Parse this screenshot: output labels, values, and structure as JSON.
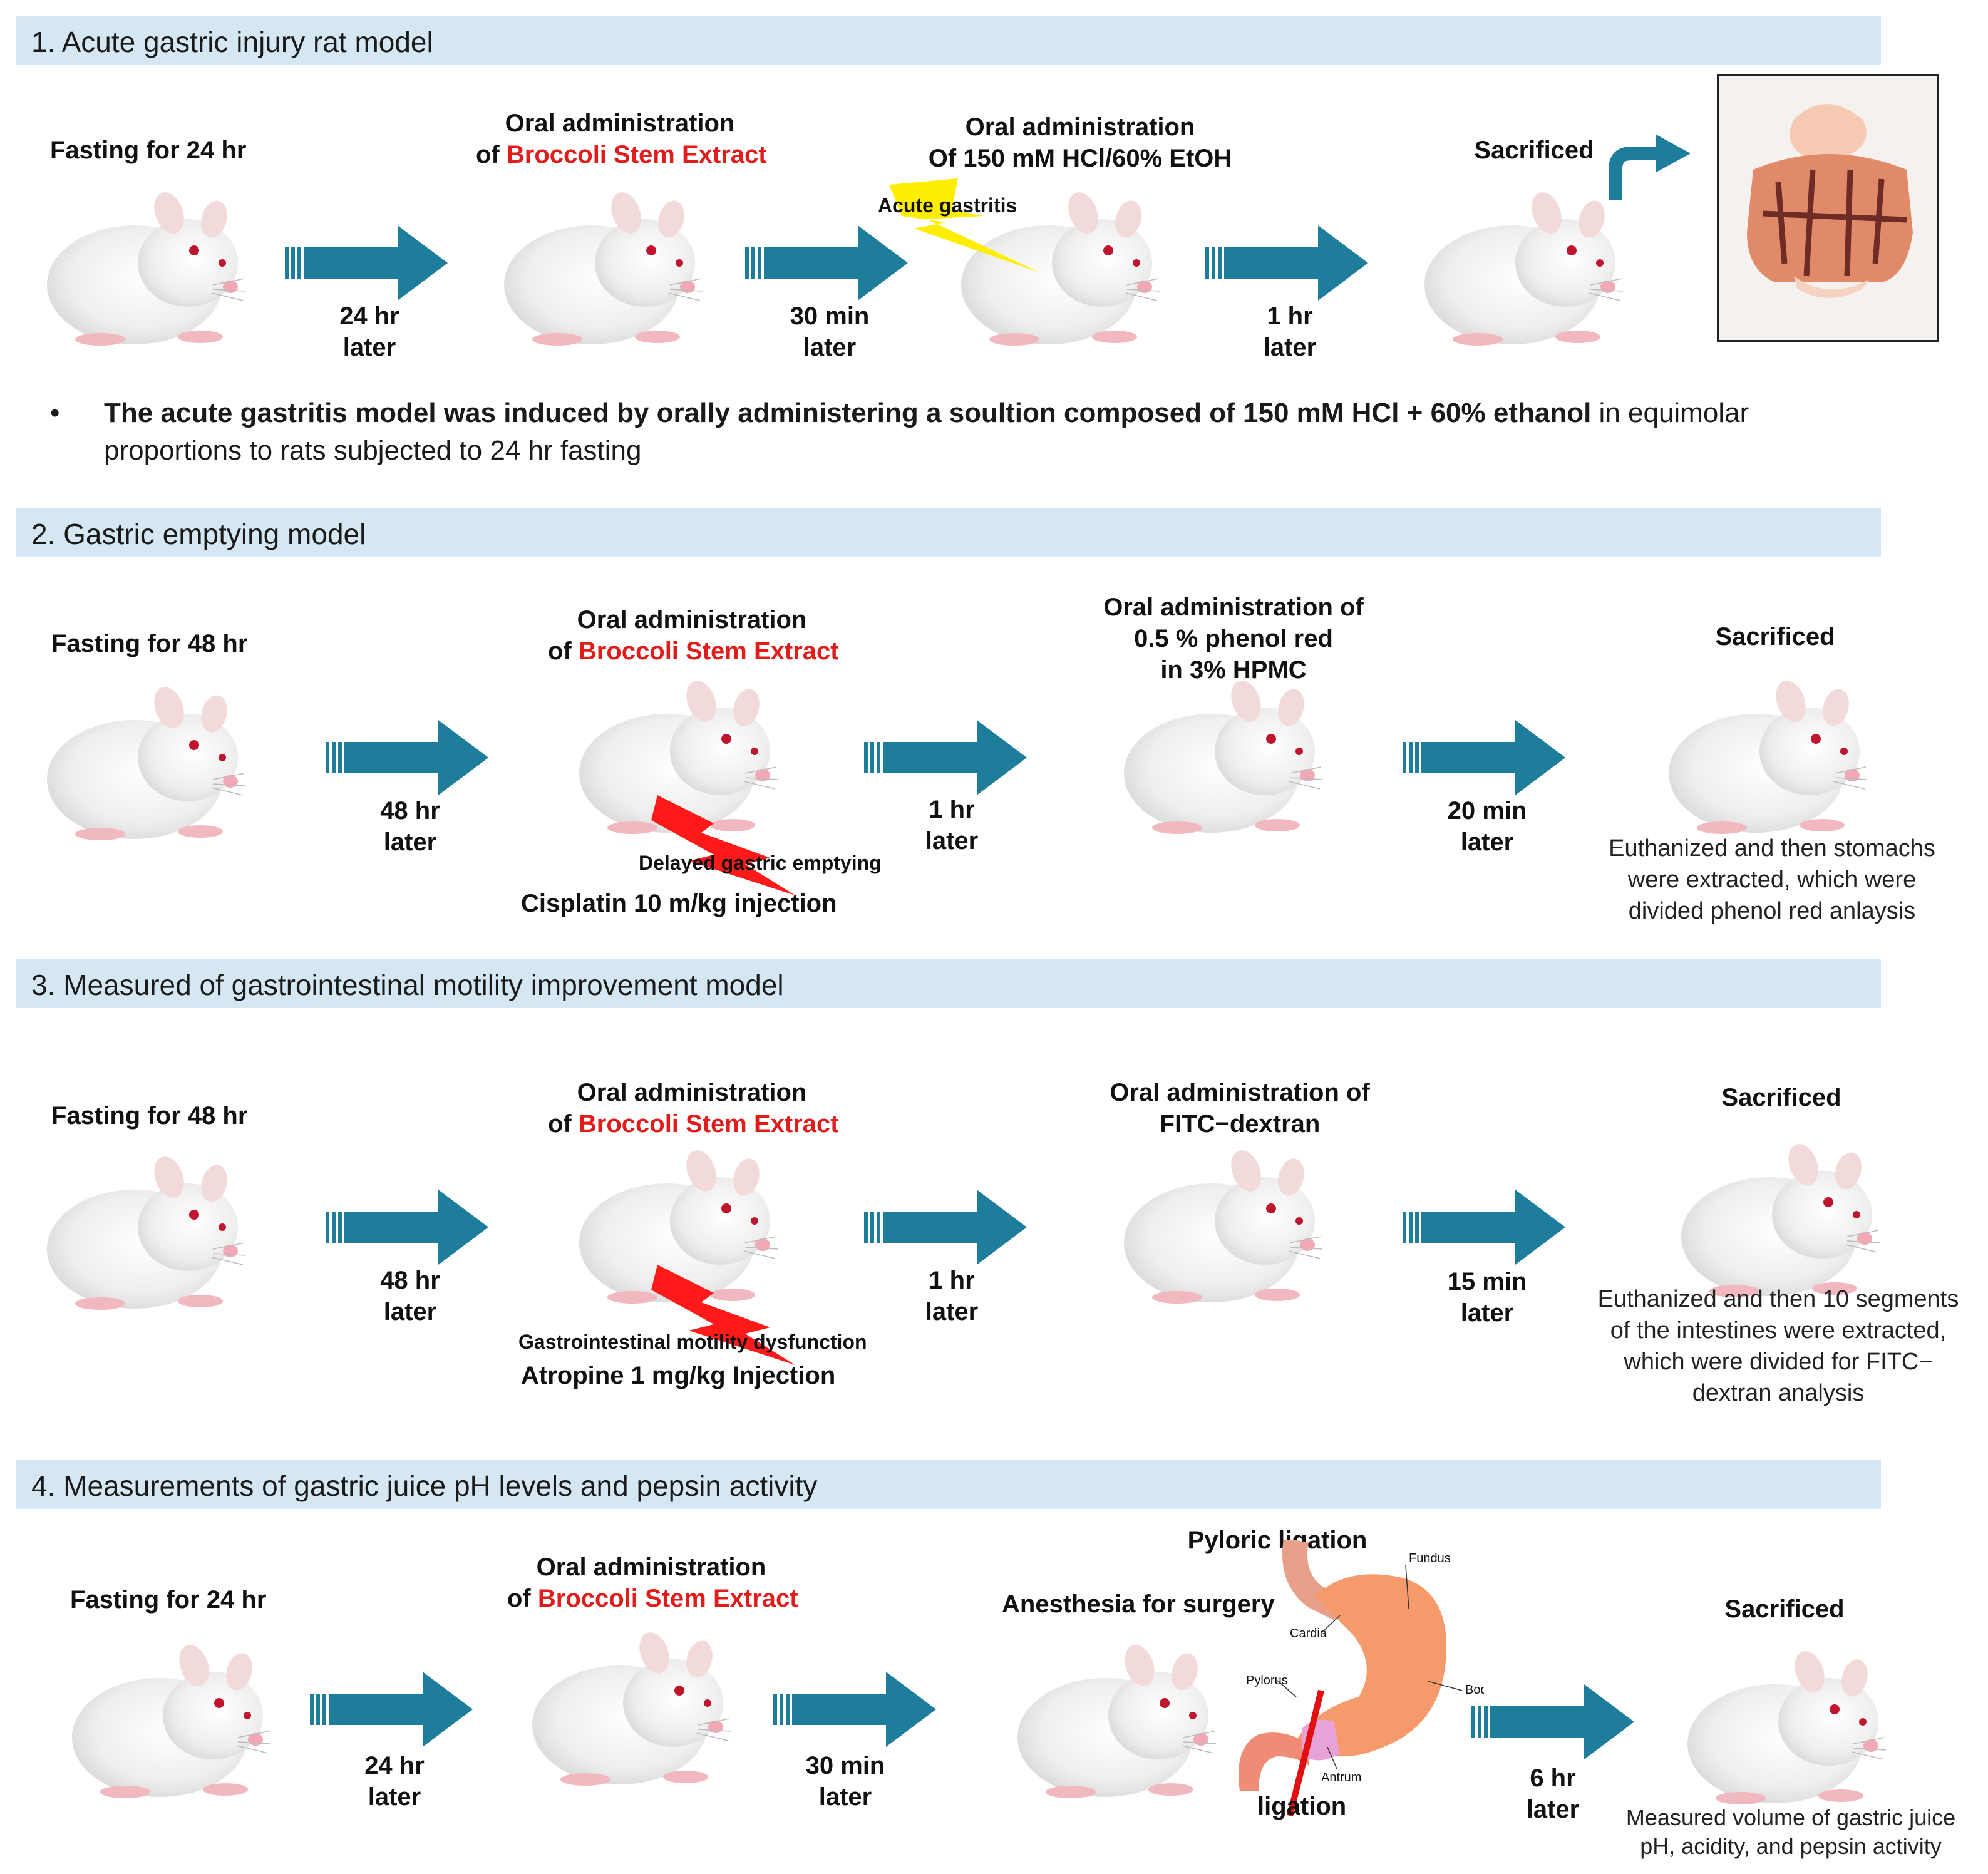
{
  "sections": [
    {
      "title": "1. Acute gastric injury rat model",
      "steps": [
        {
          "label": "Fasting for 24 hr"
        },
        {
          "label_line1": "Oral administration",
          "label_prefix": "of ",
          "label_highlight": "Broccoli Stem Extract"
        },
        {
          "label_line1": "Oral administration",
          "label_line2": "Of 150 mM HCl/60% EtOH",
          "lightning_label": "Acute gastritis"
        },
        {
          "label": "Sacrificed"
        }
      ],
      "timings": [
        {
          "line1": "24 hr",
          "line2": "later"
        },
        {
          "line1": "30 min",
          "line2": "later"
        },
        {
          "line1": "1 hr",
          "line2": "later"
        }
      ],
      "bullet_bold": "The acute gastritis model was induced by orally administering a soultion composed of 150 mM HCl + 60% ethanol",
      "bullet_rest": " in equimolar proportions to rats subjected to 24 hr fasting"
    },
    {
      "title": "2. Gastric emptying model",
      "steps": [
        {
          "label": "Fasting for 48 hr"
        },
        {
          "label_line1": "Oral administration",
          "label_prefix": "of ",
          "label_highlight": "Broccoli Stem Extract",
          "lightning_label": "Delayed gastric emptying",
          "injection": "Cisplatin 10 m/kg injection"
        },
        {
          "label_line1": "Oral administration of",
          "label_line2": "0.5 % phenol red",
          "label_line3": "in 3% HPMC"
        },
        {
          "label": "Sacrificed",
          "note_lines": [
            "Euthanized and then stomachs",
            "were extracted,  which were",
            "divided phenol red anlaysis"
          ]
        }
      ],
      "timings": [
        {
          "line1": "48 hr",
          "line2": "later"
        },
        {
          "line1": "1 hr",
          "line2": "later"
        },
        {
          "line1": "20 min",
          "line2": "later"
        }
      ]
    },
    {
      "title": "3. Measured of gastrointestinal motility improvement model",
      "steps": [
        {
          "label": "Fasting for 48 hr"
        },
        {
          "label_line1": "Oral administration",
          "label_prefix": "of ",
          "label_highlight": "Broccoli Stem Extract",
          "lightning_label": "Gastrointestinal motility dysfunction",
          "injection": "Atropine 1 mg/kg Injection"
        },
        {
          "label_line1": "Oral administration of",
          "label_line2": "FITC−dextran"
        },
        {
          "label": "Sacrificed",
          "note_lines": [
            "Euthanized and then 10 segments",
            "of the intestines were extracted,",
            "which were divided for FITC−",
            "dextran analysis"
          ]
        }
      ],
      "timings": [
        {
          "line1": "48 hr",
          "line2": "later"
        },
        {
          "line1": "1 hr",
          "line2": "later"
        },
        {
          "line1": "15 min",
          "line2": "later"
        }
      ]
    },
    {
      "title": "4. Measurements of gastric juice pH levels and pepsin activity",
      "steps": [
        {
          "label": "Fasting for 24 hr"
        },
        {
          "label_line1": "Oral administration",
          "label_prefix": "of ",
          "label_highlight": "Broccoli Stem Extract"
        },
        {
          "label": "Anesthesia for surgery",
          "surgery_label": "Pyloric ligation",
          "ligation_label": "ligation"
        },
        {
          "label": "Sacrificed",
          "note_lines": [
            "Measured volume of gastric juice",
            "pH, acidity, and pepsin activity"
          ]
        }
      ],
      "timings": [
        {
          "line1": "24 hr",
          "line2": "later"
        },
        {
          "line1": "30 min",
          "line2": "later"
        },
        {
          "line1": "6 hr",
          "line2": "later"
        }
      ],
      "stomach_parts": [
        "Fundus",
        "Cardia",
        "Pylorus",
        "Body",
        "Antrum"
      ]
    }
  ],
  "colors": {
    "header_bg": "#d6e7f4",
    "arrow": "#1e7d9a",
    "highlight_red": "#e21b1b",
    "bolt_yellow": "#ffee00",
    "bolt_red": "#ff1a1a"
  }
}
